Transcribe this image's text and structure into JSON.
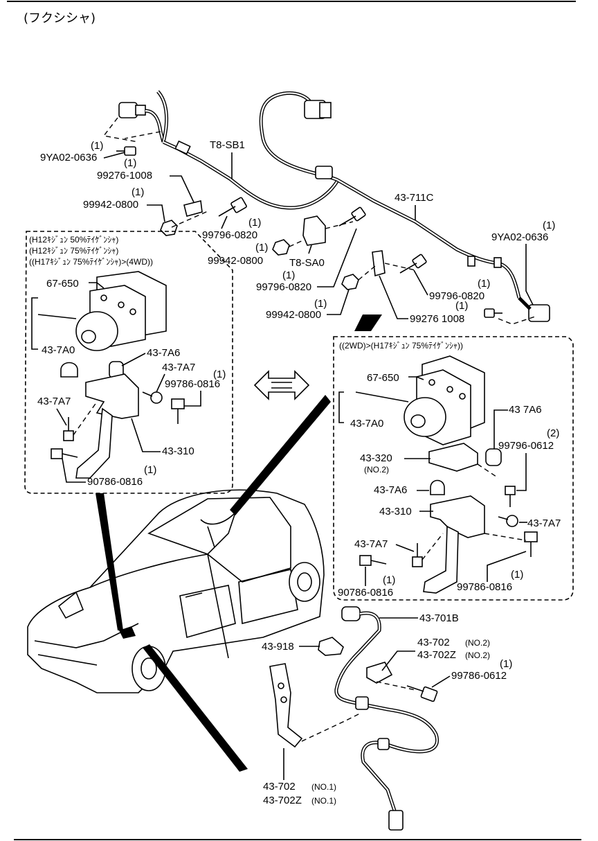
{
  "title": "(フクシシャ)",
  "labels": {
    "9YA02-0636_top": "9YA02-0636",
    "9YA02-0636_top_qty": "(1)",
    "99276-1008_a": "99276-1008",
    "99276-1008_a_qty": "(1)",
    "99942-0800_a": "99942-0800",
    "99942-0800_a_qty": "(1)",
    "T8-SB1": "T8-SB1",
    "99796-0820_a": "99796-0820",
    "99796-0820_a_qty": "(1)",
    "99942-0800_b": "99942-0800",
    "99942-0800_b_qty": "(1)",
    "T8-SA0": "T8-SA0",
    "99796-0820_b": "99796-0820",
    "99796-0820_b_qty": "(1)",
    "99942-0800_c": "99942-0800",
    "99942-0800_c_qty": "(1)",
    "43-711C": "43-711C",
    "9YA02-0636_right": "9YA02-0636",
    "9YA02-0636_right_qty": "(1)",
    "99796-0820_c": "99796-0820",
    "99796-0820_c_qty": "(1)",
    "99276-1008_b": "99276 1008",
    "99276-1008_b_qty": "(1)"
  },
  "left_box": {
    "notes": [
      "(H12ｷｼﾞｭﾝ 50%ﾃｲｹﾞﾝｼｬ)",
      "(H12ｷｼﾞｭﾝ 75%ﾃｲｹﾞﾝｼｬ)",
      "((H17ｷｼﾞｭﾝ 75%ﾃｲｹﾞﾝｼｬ)>(4WD))"
    ],
    "67-650": "67-650",
    "43-7A0": "43-7A0",
    "43-7A6": "43-7A6",
    "43-7A7_a": "43-7A7",
    "99786-0816": "99786-0816",
    "99786-0816_qty": "(1)",
    "43-7A7_b": "43-7A7",
    "43-310": "43-310",
    "90786-0816": "90786-0816",
    "90786-0816_qty": "(1)"
  },
  "right_box": {
    "note": "((2WD)>(H17ｷｼﾞｭﾝ 75%ﾃｲｹﾞﾝｼｬ))",
    "67-650": "67-650",
    "43-7A0": "43-7A0",
    "43-7A6_a": "43 7A6",
    "99796-0612": "99796-0612",
    "99796-0612_qty": "(2)",
    "43-320": "43-320",
    "43-320_note": "(NO.2)",
    "43-7A6_b": "43-7A6",
    "43-310": "43-310",
    "43-7A7_a": "43-7A7",
    "43-7A7_b": "43-7A7",
    "90786-0816": "90786-0816",
    "90786-0816_qty": "(1)",
    "99786-0816": "99786-0816",
    "99786-0816_qty": "(1)"
  },
  "bottom": {
    "43-701B": "43-701B",
    "43-918": "43-918",
    "43-702_no2": "43-702",
    "43-702_no2_tag": "(NO.2)",
    "43-702Z_no2": "43-702Z",
    "43-702Z_no2_tag": "(NO.2)",
    "99786-0612": "99786-0612",
    "99786-0612_qty": "(1)",
    "43-702_no1": "43-702",
    "43-702_no1_tag": "(NO.1)",
    "43-702Z_no1": "43-702Z",
    "43-702Z_no1_tag": "(NO.1)"
  }
}
